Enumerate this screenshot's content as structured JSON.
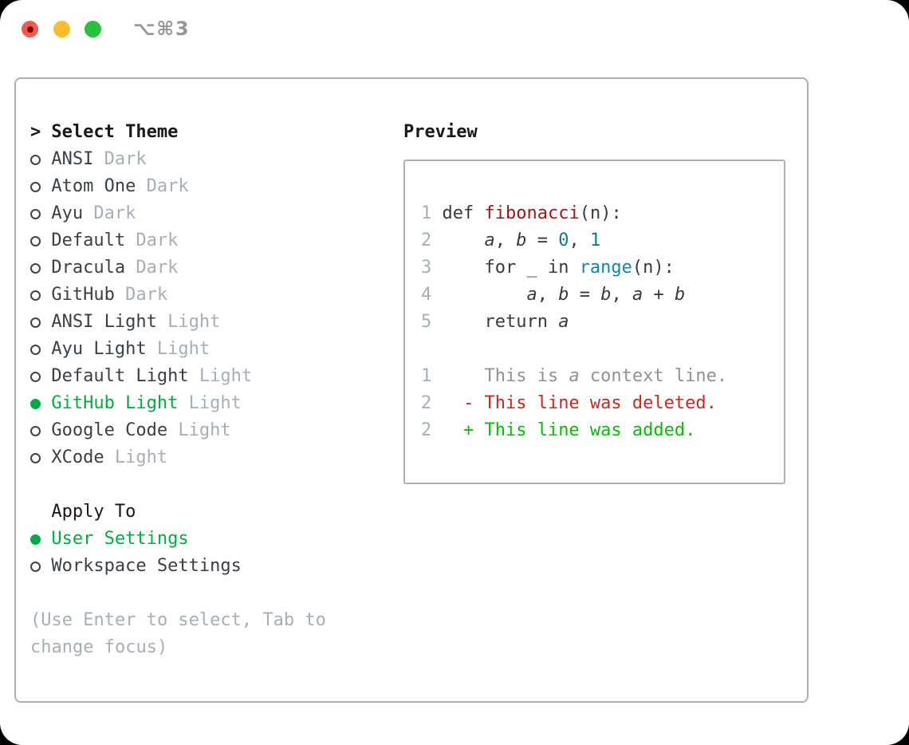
{
  "window": {
    "title": "⌥⌘3"
  },
  "colors": {
    "accent_green": "#00ac44",
    "added_green": "#00c300",
    "deleted_red": "#c8291c",
    "function_red": "#9d1717",
    "number_teal": "#0a7f80",
    "builtin_blue": "#0d86b5",
    "muted_gray": "#a6afb9",
    "context_gray": "#8d9399",
    "border_gray": "#a9b1ba",
    "text": "#343b42"
  },
  "theme_picker": {
    "prompt": ">",
    "header": "Select Theme",
    "themes": [
      {
        "name": "ANSI",
        "variant": "Dark",
        "selected": false
      },
      {
        "name": "Atom One",
        "variant": "Dark",
        "selected": false
      },
      {
        "name": "Ayu",
        "variant": "Dark",
        "selected": false
      },
      {
        "name": "Default",
        "variant": "Dark",
        "selected": false
      },
      {
        "name": "Dracula",
        "variant": "Dark",
        "selected": false
      },
      {
        "name": "GitHub",
        "variant": "Dark",
        "selected": false
      },
      {
        "name": "ANSI Light",
        "variant": "Light",
        "selected": false
      },
      {
        "name": "Ayu Light",
        "variant": "Light",
        "selected": false
      },
      {
        "name": "Default Light",
        "variant": "Light",
        "selected": false
      },
      {
        "name": "GitHub Light",
        "variant": "Light",
        "selected": true
      },
      {
        "name": "Google Code",
        "variant": "Light",
        "selected": false
      },
      {
        "name": "XCode",
        "variant": "Light",
        "selected": false
      }
    ],
    "apply_to": {
      "header": "Apply To",
      "options": [
        {
          "label": "User Settings",
          "selected": true
        },
        {
          "label": "Workspace Settings",
          "selected": false
        }
      ]
    },
    "help_lines": [
      "(Use Enter to select, Tab to",
      "change focus)"
    ]
  },
  "preview": {
    "header": "Preview",
    "code_lines": [
      {
        "num": "1",
        "tokens": [
          [
            " def ",
            "d"
          ],
          [
            "fibonacci",
            "f"
          ],
          [
            "(n):",
            "d"
          ]
        ]
      },
      {
        "num": "2",
        "tokens": [
          [
            "     ",
            "d"
          ],
          [
            "a",
            "v"
          ],
          [
            ", ",
            "d"
          ],
          [
            "b",
            "v"
          ],
          [
            " = ",
            "d"
          ],
          [
            "0",
            "n"
          ],
          [
            ", ",
            "d"
          ],
          [
            "1",
            "n"
          ]
        ]
      },
      {
        "num": "3",
        "tokens": [
          [
            "     for _ in ",
            "d"
          ],
          [
            "range",
            "b"
          ],
          [
            "(n):",
            "d"
          ]
        ]
      },
      {
        "num": "4",
        "tokens": [
          [
            "         ",
            "d"
          ],
          [
            "a",
            "v"
          ],
          [
            ", ",
            "d"
          ],
          [
            "b",
            "v"
          ],
          [
            " = ",
            "d"
          ],
          [
            "b",
            "v"
          ],
          [
            ", ",
            "d"
          ],
          [
            "a",
            "v"
          ],
          [
            " + ",
            "d"
          ],
          [
            "b",
            "v"
          ]
        ]
      },
      {
        "num": "5",
        "tokens": [
          [
            "     return ",
            "d"
          ],
          [
            "a",
            "v"
          ]
        ]
      }
    ],
    "diff_lines": [
      {
        "num": "1",
        "tokens": [
          [
            "     This is ",
            "x"
          ],
          [
            "a",
            "xi"
          ],
          [
            " context line.",
            "x"
          ]
        ]
      },
      {
        "num": "2",
        "tokens": [
          [
            "   - This line was deleted.",
            "del"
          ]
        ]
      },
      {
        "num": "2",
        "tokens": [
          [
            "   + This line was added.",
            "add"
          ]
        ]
      }
    ]
  }
}
